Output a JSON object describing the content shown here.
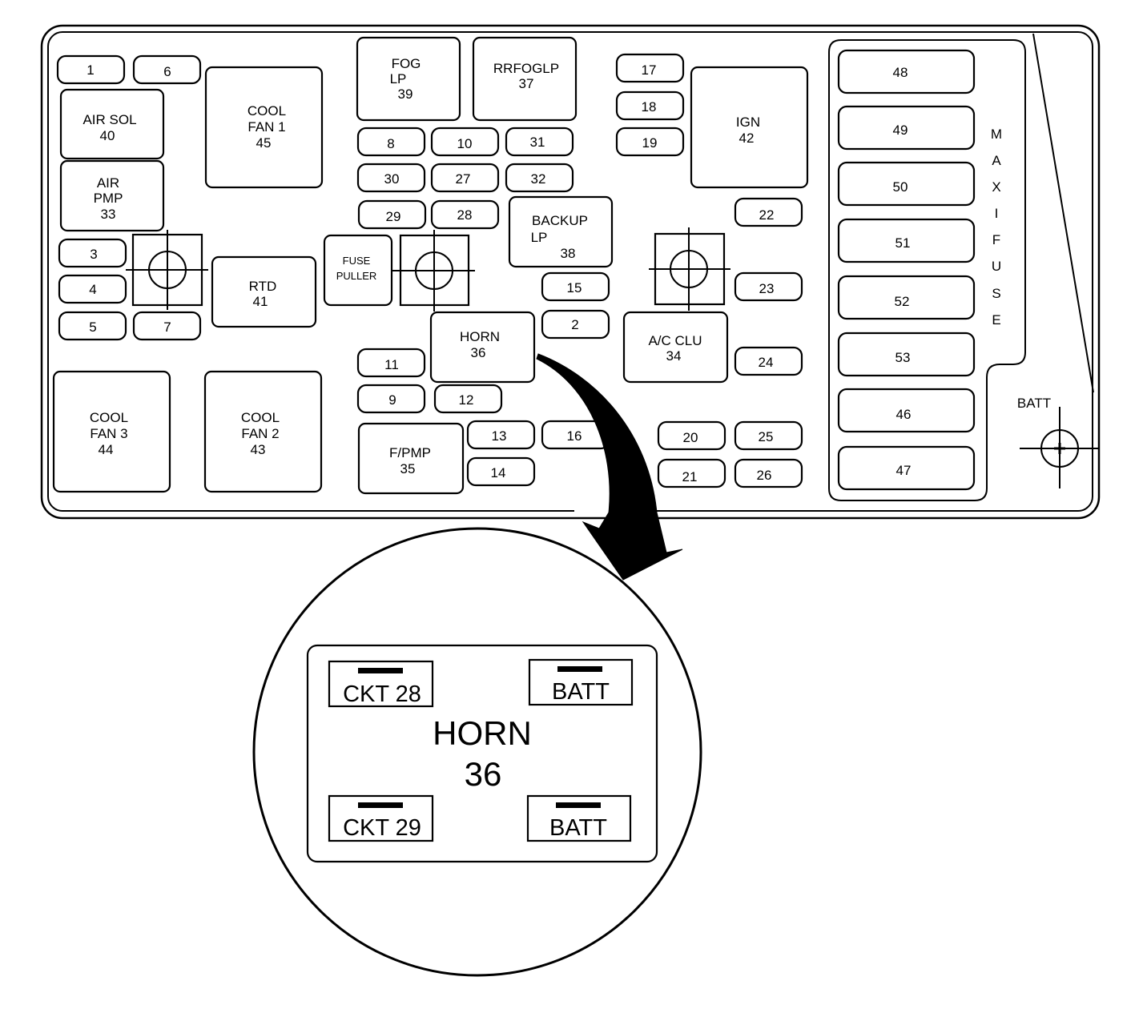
{
  "relays": [
    {
      "id": "air-sol",
      "lines": [
        "AIR SOL",
        "40"
      ]
    },
    {
      "id": "air-pmp",
      "lines": [
        "AIR",
        "PMP",
        "33"
      ]
    },
    {
      "id": "cool-fan-1",
      "lines": [
        "COOL",
        "FAN 1",
        "45"
      ]
    },
    {
      "id": "fog-lp",
      "lines": [
        "FOG",
        "LP",
        "39"
      ]
    },
    {
      "id": "rrfoglp",
      "lines": [
        "RRFOGLP",
        "37"
      ]
    },
    {
      "id": "ign",
      "lines": [
        "IGN",
        "42"
      ]
    },
    {
      "id": "backup-lp",
      "lines": [
        "BACKUP",
        "LP",
        "38"
      ]
    },
    {
      "id": "rtd",
      "lines": [
        "RTD",
        "41"
      ]
    },
    {
      "id": "horn",
      "lines": [
        "HORN",
        "36"
      ]
    },
    {
      "id": "ac-clu",
      "lines": [
        "A/C CLU",
        "34"
      ]
    },
    {
      "id": "cool-fan-3",
      "lines": [
        "COOL",
        "FAN 3",
        "44"
      ]
    },
    {
      "id": "cool-fan-2",
      "lines": [
        "COOL",
        "FAN 2",
        "43"
      ]
    },
    {
      "id": "f-pmp",
      "lines": [
        "F/PMP",
        "35"
      ]
    }
  ],
  "fuse_puller": [
    "FUSE",
    "PULLER"
  ],
  "fuses": [
    "1",
    "6",
    "3",
    "4",
    "5",
    "7",
    "8",
    "10",
    "31",
    "30",
    "27",
    "32",
    "29",
    "28",
    "17",
    "18",
    "19",
    "22",
    "15",
    "2",
    "23",
    "24",
    "11",
    "9",
    "12",
    "13",
    "16",
    "14",
    "20",
    "25",
    "21",
    "26"
  ],
  "maxi_fuses": [
    "48",
    "49",
    "50",
    "51",
    "52",
    "53",
    "46",
    "47"
  ],
  "maxi_fuse_label": [
    "M",
    "A",
    "X",
    "I",
    "F",
    "U",
    "S",
    "E"
  ],
  "batt_label": "BATT",
  "detail": {
    "relay_name": "HORN",
    "relay_number": "36",
    "terminals": [
      "CKT 28",
      "BATT",
      "CKT 29",
      "BATT"
    ]
  },
  "colors": {
    "line": "#000000",
    "background": "#ffffff"
  }
}
